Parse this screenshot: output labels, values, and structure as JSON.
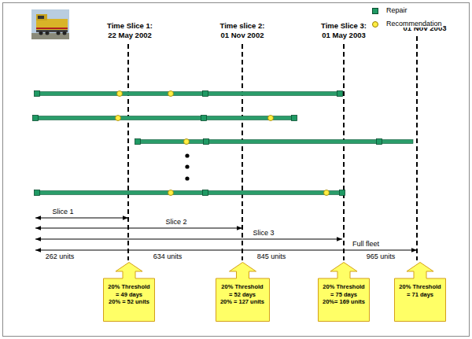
{
  "diagram": {
    "nodes": [
      {
        "text": [
          "20% Threshold",
          "= 49 days",
          "20% = 52 units"
        ]
      },
      {
        "text": [
          "20% Threshold",
          "= 52 days",
          "20% = 127 units"
        ]
      },
      {
        "text": [
          "20% Threshold",
          "= 75 days",
          "20%= 169 units"
        ]
      },
      {
        "text": [
          "20% Threshold",
          "= 71 days"
        ]
      }
    ],
    "labels": [
      "Time Slice 1:",
      "22 May 2002",
      "Time slice 2:",
      "01 Nov 2002",
      "Time Slice 3:",
      "01 May 2003",
      "01 Nov 2003",
      "Slice 1",
      "Slice 2",
      "Slice 3",
      "Full fleet",
      "262 units",
      "634 units",
      "845 units",
      "965 units"
    ],
    "legend": [
      {
        "text": "Repair",
        "color": "#1f9a64"
      },
      {
        "text": "Recommendation",
        "color": "#ffee44"
      }
    ]
  }
}
